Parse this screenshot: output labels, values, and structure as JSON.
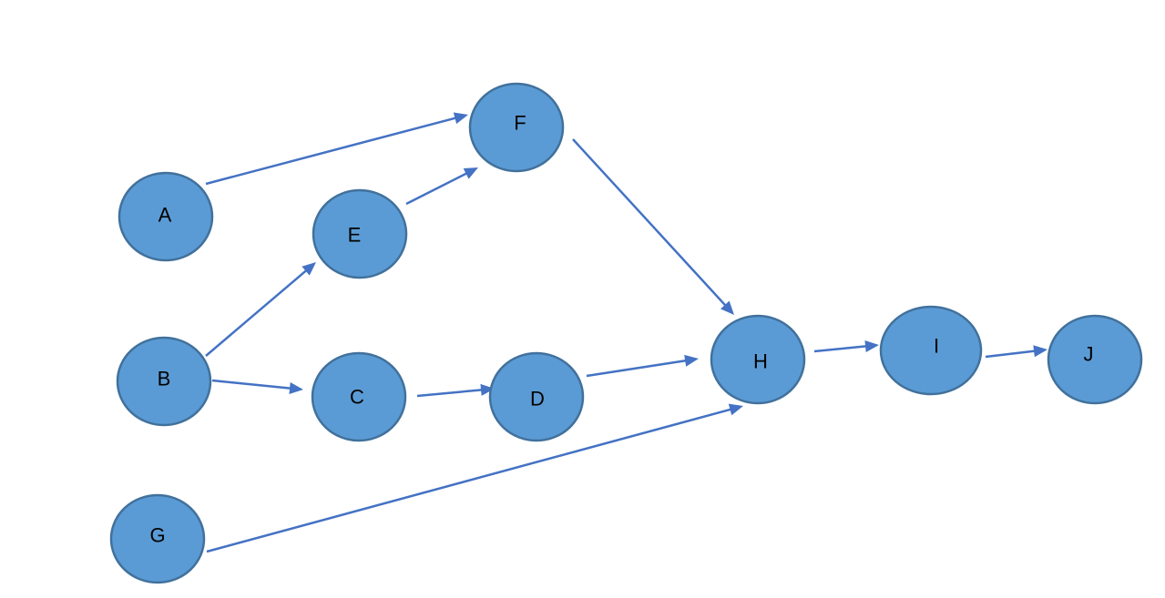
{
  "diagram": {
    "colors": {
      "node_fill": "#5B9BD5",
      "node_stroke": "#41719C",
      "edge": "#4472C4",
      "label": "#000000"
    },
    "nodes": [
      {
        "id": "A",
        "label": "A"
      },
      {
        "id": "B",
        "label": "B"
      },
      {
        "id": "C",
        "label": "C"
      },
      {
        "id": "D",
        "label": "D"
      },
      {
        "id": "E",
        "label": "E"
      },
      {
        "id": "F",
        "label": "F"
      },
      {
        "id": "G",
        "label": "G"
      },
      {
        "id": "H",
        "label": "H"
      },
      {
        "id": "I",
        "label": "I"
      },
      {
        "id": "J",
        "label": "J"
      }
    ],
    "edges": [
      {
        "from": "A",
        "to": "F"
      },
      {
        "from": "E",
        "to": "F"
      },
      {
        "from": "B",
        "to": "E"
      },
      {
        "from": "B",
        "to": "C"
      },
      {
        "from": "C",
        "to": "D"
      },
      {
        "from": "D",
        "to": "H"
      },
      {
        "from": "F",
        "to": "H"
      },
      {
        "from": "G",
        "to": "H"
      },
      {
        "from": "H",
        "to": "I"
      },
      {
        "from": "I",
        "to": "J"
      }
    ]
  }
}
